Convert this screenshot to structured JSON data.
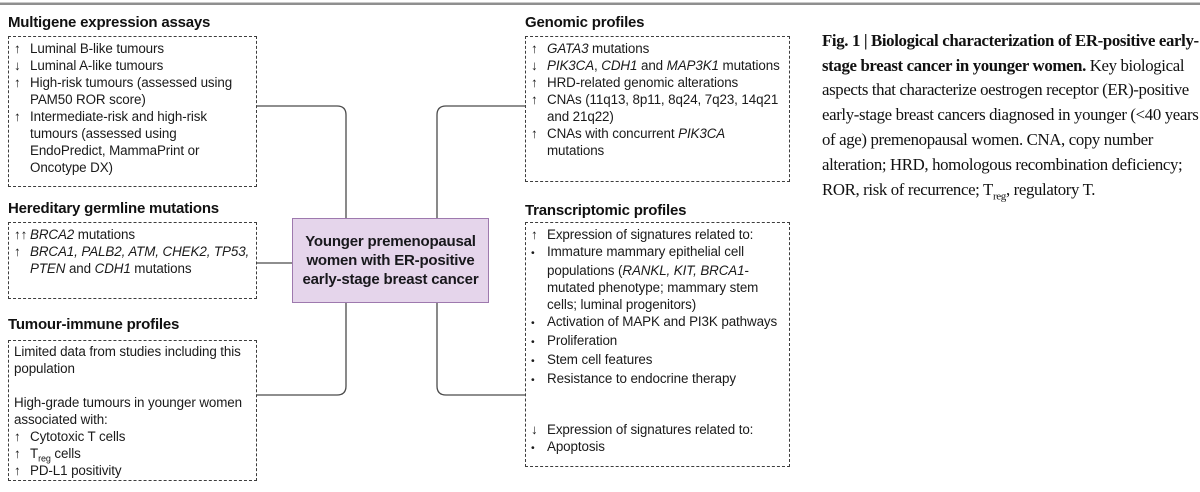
{
  "colors": {
    "top_rule": "#8f8f8f",
    "connector": "#4a4a4a",
    "dashed_border": "#3d3d3d",
    "center_fill": "#e5d5eb",
    "center_border": "#9e79ae"
  },
  "center_box": {
    "label": "Younger premenopausal women with ER-positive early-stage breast cancer"
  },
  "sections": {
    "multigene": {
      "title": "Multigene expression assays",
      "items": [
        {
          "marker": "↑",
          "segments": [
            {
              "t": "Luminal B-like tumours"
            }
          ]
        },
        {
          "marker": "↓",
          "segments": [
            {
              "t": "Luminal A-like tumours"
            }
          ]
        },
        {
          "marker": "↑",
          "segments": [
            {
              "t": "High-risk tumours (assessed using PAM50 ROR score)"
            }
          ]
        },
        {
          "marker": "↑",
          "segments": [
            {
              "t": "Intermediate-risk and high-risk tumours (assessed using EndoPredict, MammaPrint or Oncotype DX)"
            }
          ]
        }
      ]
    },
    "hereditary": {
      "title": "Hereditary germline mutations",
      "items": [
        {
          "marker": "↑↑",
          "segments": [
            {
              "t": "BRCA2",
              "i": true
            },
            {
              "t": " mutations"
            }
          ]
        },
        {
          "marker": "↑",
          "segments": [
            {
              "t": "BRCA1, PALB2, ATM, CHEK2, TP53, PTEN",
              "i": true
            },
            {
              "t": " and "
            },
            {
              "t": "CDH1",
              "i": true
            },
            {
              "t": " mutations"
            }
          ]
        }
      ]
    },
    "tumour_immune": {
      "title": "Tumour-immune profiles",
      "items": [
        {
          "segments": [
            {
              "t": "Limited data from studies including this population"
            }
          ]
        },
        {
          "gap": 17,
          "segments": [
            {
              "t": "High-grade tumours in younger women associated with:"
            }
          ]
        },
        {
          "marker": "↑",
          "segments": [
            {
              "t": "Cytotoxic T cells"
            }
          ]
        },
        {
          "marker": "↑",
          "segments": [
            {
              "t": "T"
            },
            {
              "t": "reg",
              "sub": true
            },
            {
              "t": " cells"
            }
          ]
        },
        {
          "marker": "↑",
          "segments": [
            {
              "t": "PD-L1 positivity"
            }
          ]
        }
      ]
    },
    "genomic": {
      "title": "Genomic profiles",
      "items": [
        {
          "marker": "↑",
          "segments": [
            {
              "t": "GATA3",
              "i": true
            },
            {
              "t": " mutations"
            }
          ]
        },
        {
          "marker": "↓",
          "segments": [
            {
              "t": "PIK3CA",
              "i": true
            },
            {
              "t": ", "
            },
            {
              "t": "CDH1",
              "i": true
            },
            {
              "t": " and "
            },
            {
              "t": "MAP3K1",
              "i": true
            },
            {
              "t": " mutations"
            }
          ]
        },
        {
          "marker": "↑",
          "segments": [
            {
              "t": "HRD-related genomic alterations"
            }
          ]
        },
        {
          "marker": "↑",
          "segments": [
            {
              "t": "CNAs (11q13, 8p11, 8q24, 7q23, 14q21 and 21q22)"
            }
          ]
        },
        {
          "marker": "↑",
          "segments": [
            {
              "t": "CNAs with concurrent "
            },
            {
              "t": "PIK3CA",
              "i": true
            },
            {
              "t": " mutations"
            }
          ]
        }
      ]
    },
    "transcriptomic": {
      "title": "Transcriptomic profiles",
      "items": [
        {
          "marker": "↑",
          "segments": [
            {
              "t": "Expression of signatures related to:"
            }
          ]
        },
        {
          "marker": "•",
          "segments": [
            {
              "t": "Immature mammary epithelial cell populations ("
            },
            {
              "t": "RANKL, KIT, BRCA1",
              "i": true
            },
            {
              "t": "-mutated phenotype; mammary stem cells; luminal progenitors)"
            }
          ]
        },
        {
          "marker": "•",
          "segments": [
            {
              "t": "Activation of MAPK and PI3K pathways"
            }
          ]
        },
        {
          "marker": "•",
          "segments": [
            {
              "t": "Proliferation"
            }
          ]
        },
        {
          "marker": "•",
          "segments": [
            {
              "t": "Stem cell features"
            }
          ]
        },
        {
          "marker": "•",
          "segments": [
            {
              "t": "Resistance to endocrine therapy"
            }
          ]
        },
        {
          "gap": 32,
          "marker": "↓",
          "segments": [
            {
              "t": "Expression of signatures related to:"
            }
          ]
        },
        {
          "marker": "•",
          "segments": [
            {
              "t": "Apoptosis"
            }
          ]
        }
      ]
    }
  },
  "caption": {
    "segments": [
      {
        "t": "Fig. 1 | Biological characterization of ER-positive early-stage breast cancer in younger women.",
        "b": true
      },
      {
        "t": " Key biological aspects that characterize oestrogen receptor (ER)-positive early-stage breast cancers diagnosed in younger (<40 years of age) premenopausal women. CNA, copy number alteration; HRD, homologous recombination deficiency; ROR, risk of recurrence; T"
      },
      {
        "t": "reg",
        "sub": true
      },
      {
        "t": ", regulatory T."
      }
    ]
  }
}
